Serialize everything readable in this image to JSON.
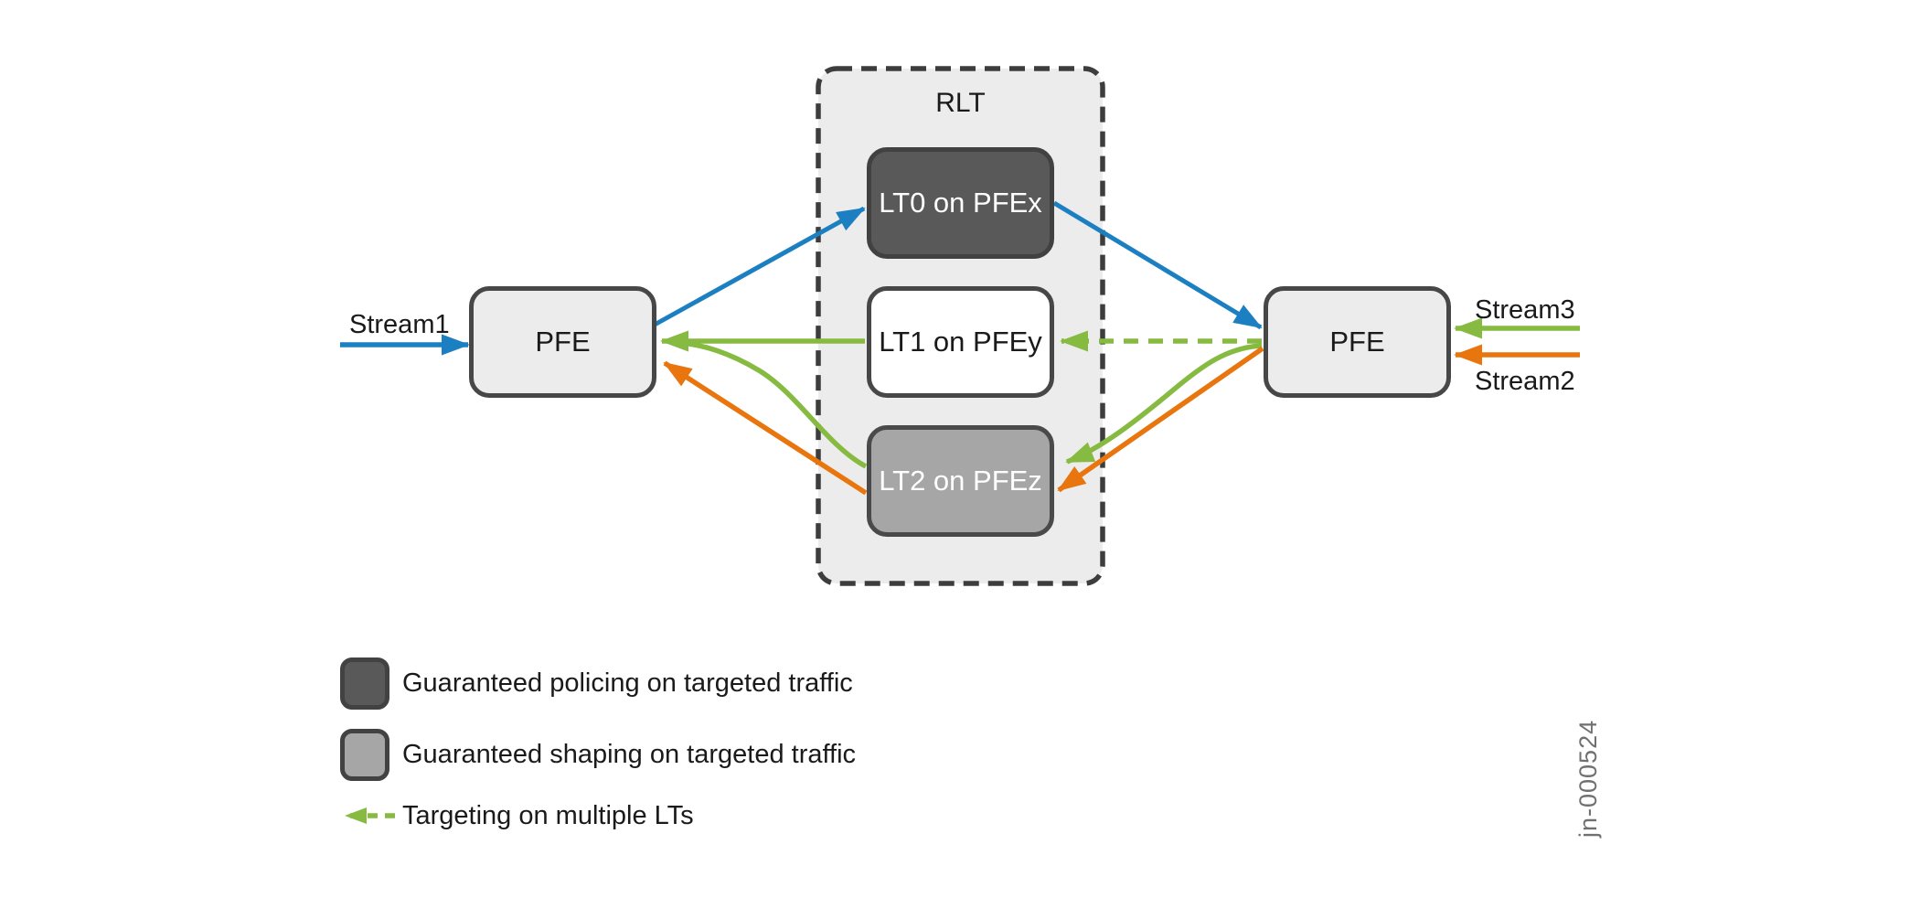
{
  "nodes": {
    "left_pfe": {
      "label": "PFE"
    },
    "right_pfe": {
      "label": "PFE"
    },
    "rlt_group": {
      "label": "RLT"
    },
    "lt0": {
      "label": "LT0 on PFEx",
      "role": "policing"
    },
    "lt1": {
      "label": "LT1 on PFEy",
      "role": "plain"
    },
    "lt2": {
      "label": "LT2 on PFEz",
      "role": "shaping"
    }
  },
  "streams": {
    "stream1": {
      "label": "Stream1",
      "color": "#1b7fc2"
    },
    "stream2": {
      "label": "Stream2",
      "color": "#e8750e"
    },
    "stream3": {
      "label": "Stream3",
      "color": "#86ba41"
    }
  },
  "legend": {
    "policing": {
      "label": "Guaranteed policing on targeted traffic",
      "swatch_color": "#595959"
    },
    "shaping": {
      "label": "Guaranteed shaping on targeted traffic",
      "swatch_color": "#a6a6a6"
    },
    "targeting": {
      "label": "Targeting on multiple LTs",
      "arrow_color": "#86ba41",
      "style": "dashed-arrow"
    }
  },
  "figure_id": "jn-000524",
  "colors": {
    "blue": "#1b7fc2",
    "green": "#86ba41",
    "orange": "#e8750e",
    "dark_gray": "#595959",
    "mid_gray": "#a6a6a6",
    "panel_fill": "#ececec",
    "border": "#474747",
    "dashed_border": "#3d3d3d",
    "text": "#1a1a1a",
    "figure_id_gray": "#707070"
  }
}
